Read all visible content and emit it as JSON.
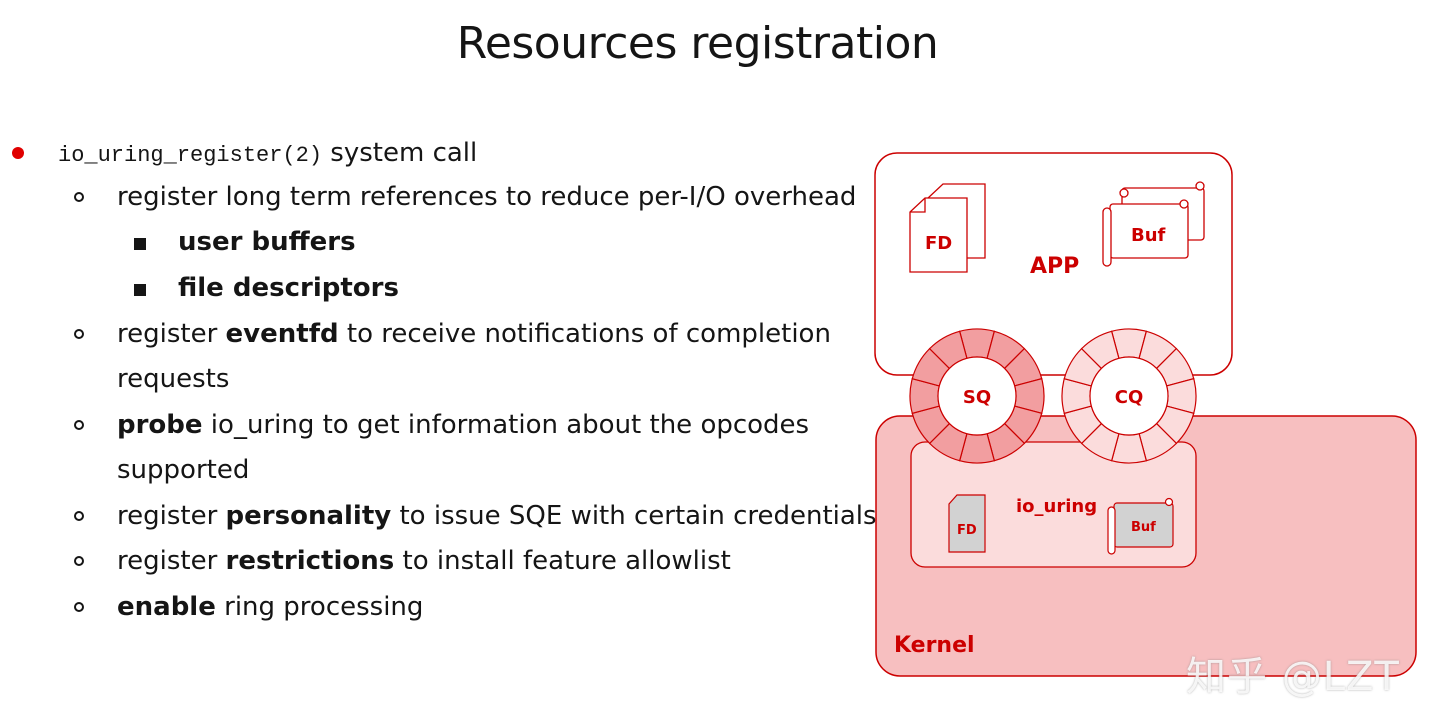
{
  "slide": {
    "title": "Resources registration"
  },
  "bullets": {
    "main": {
      "code": "io_uring_register(2)",
      "text": " system call"
    },
    "sub1": "register long term references to reduce per-I/O overhead",
    "sub1_items": [
      "user buffers",
      "file descriptors"
    ],
    "sub2": {
      "pre": "register ",
      "bold": "eventfd",
      "post": " to receive notifications of completion",
      "cont": "requests"
    },
    "sub3": {
      "bold": "probe",
      "post": " io_uring to get information about the opcodes",
      "cont": "supported"
    },
    "sub4": {
      "pre": "register ",
      "bold": "personality",
      "post": " to issue SQE with certain credentials"
    },
    "sub5": {
      "pre": "register ",
      "bold": "restrictions",
      "post": " to install feature allowlist"
    },
    "sub6": {
      "bold": "enable",
      "post": " ring processing"
    }
  },
  "diagram": {
    "app_label": "APP",
    "kernel_label": "Kernel",
    "io_uring_label": "io_uring",
    "sq_label": "SQ",
    "cq_label": "CQ",
    "fd_label": "FD",
    "buf_label": "Buf",
    "colors": {
      "red": "#cc0000",
      "kernel_fill": "#f7bfc0",
      "ring_fill_dark": "#f29ea0",
      "ring_fill_light": "#fbdcdc",
      "gray": "#d2d2d2"
    }
  },
  "watermark": "知乎 @LZT"
}
